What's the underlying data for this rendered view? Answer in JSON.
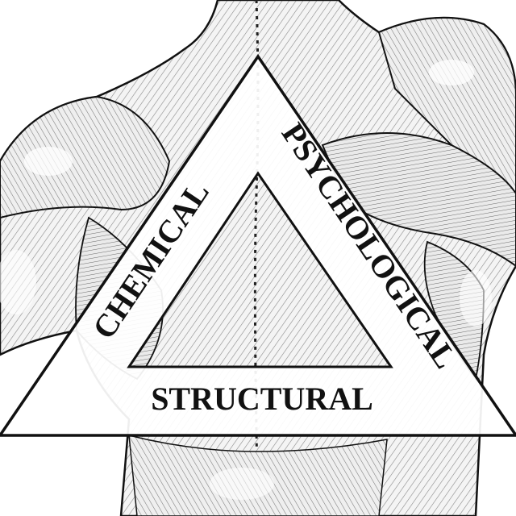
{
  "triangle": {
    "left_side_label": "CHEMICAL",
    "right_side_label": "PSYCHOLOGICAL",
    "bottom_label": "STRUCTURAL"
  },
  "colors": {
    "ink": "#111111",
    "paper": "#ffffff",
    "shade": "#d9d9d9"
  },
  "illustration": {
    "subject": "back-muscles-illustration-icon"
  }
}
